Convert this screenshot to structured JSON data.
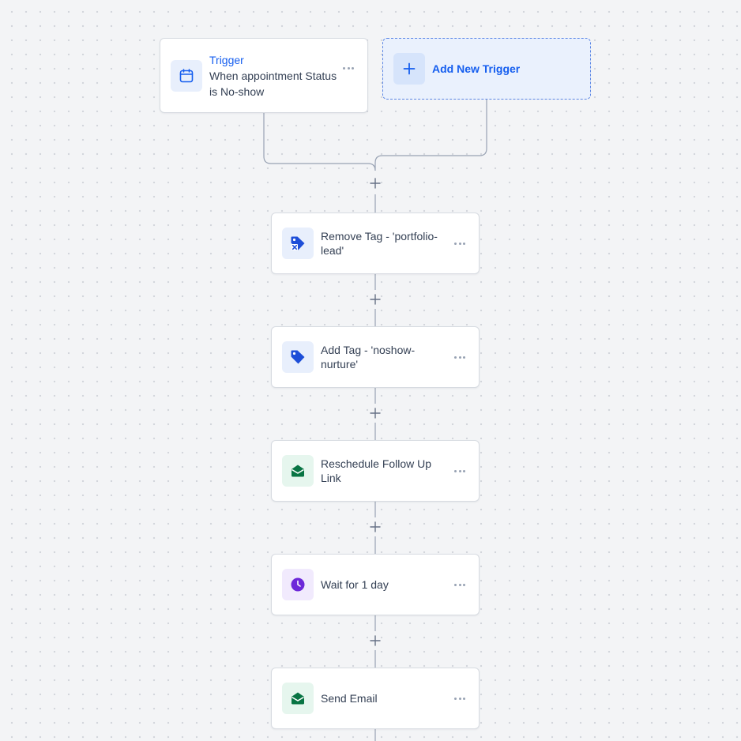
{
  "trigger": {
    "title": "Trigger",
    "description": "When appointment Status is No-show",
    "icon": "calendar-icon"
  },
  "add_trigger": {
    "label": "Add New Trigger",
    "icon": "plus-icon"
  },
  "steps": [
    {
      "label": "Remove Tag - 'portfolio-lead'",
      "icon": "tag-remove-icon",
      "color": "#1d4ed8"
    },
    {
      "label": "Add Tag - 'noshow-nurture'",
      "icon": "tag-icon",
      "color": "#1d4ed8"
    },
    {
      "label": "Reschedule Follow Up Link",
      "icon": "email-open-icon",
      "color": "#087443"
    },
    {
      "label": "Wait for 1 day",
      "icon": "clock-icon",
      "color": "#6d28d9"
    },
    {
      "label": "Send Email",
      "icon": "email-open-icon",
      "color": "#087443"
    }
  ],
  "colors": {
    "canvas": "#f3f4f6",
    "accent": "#155eef",
    "connector": "#98a2b3"
  }
}
